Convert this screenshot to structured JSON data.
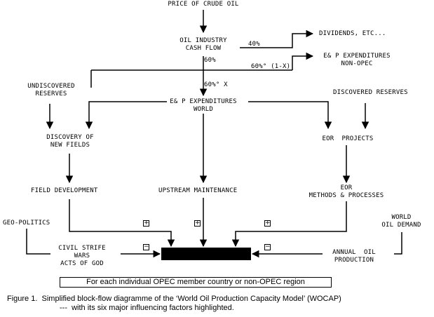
{
  "nodes": {
    "price_of_crude_oil": "PRICE OF CRUDE OIL",
    "oil_industry_cash_flow": "OIL INDUSTRY\nCASH FLOW",
    "dividends": "DIVIDENDS, ETC...",
    "ep_non_opec": "E& P EXPENDITURES\nNON-OPEC",
    "undiscovered_reserves": "UNDISCOVERED\nRESERVES",
    "ep_world": "E& P EXPENDITURES\nWORLD",
    "discovered_reserves": "DISCOVERED RESERVES",
    "discovery_of_new_fields": "DISCOVERY OF\nNEW FIELDS",
    "eor_projects": "EOR  PROJECTS",
    "field_development": "FIELD DEVELOPMENT",
    "upstream_maintenance": "UPSTREAM MAINTENANCE",
    "eor_methods": "EOR\nMETHODS & PROCESSES",
    "geo_politics": "GEO-POLITICS",
    "world_oil_demand": "WORLD\nOIL DEMAND",
    "civil_strife": "CIVIL STRIFE\nWARS\nACTS OF GOD",
    "annual_oil_production": "ANNUAL  OIL\nPRODUCTION"
  },
  "edge_labels": {
    "forty_percent": "40%",
    "sixty_percent": "60%",
    "sixty_one_minus_x": "60%° (1-X)",
    "sixty_x": "60%° X"
  },
  "signs": {
    "plus": "+",
    "minus": "−"
  },
  "note": "For each individual OPEC member country or non-OPEC region",
  "caption": {
    "line1": "Figure 1.  Simplified block-flow diagramme of the ‘World Oil Production Capacity Model’ (WOCAP)",
    "line2": "---  with its six major influencing factors highlighted."
  }
}
